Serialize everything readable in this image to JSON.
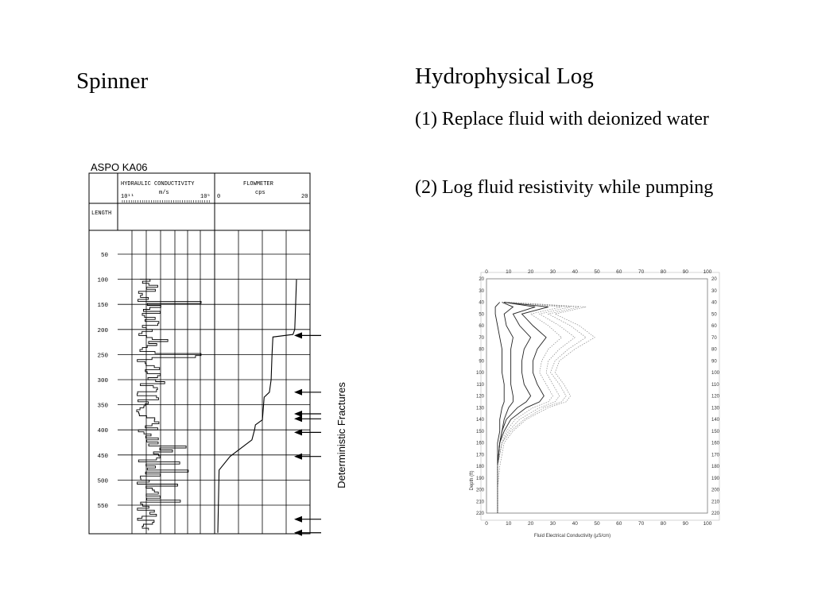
{
  "slide": {
    "title_left": "Spinner",
    "title_right": "Hydrophysical Log",
    "steps": [
      "(1) Replace fluid with deionized water",
      "(2) Log fluid resistivity while pumping"
    ]
  },
  "chart_data": [
    {
      "type": "line",
      "title": "ASPO KA06",
      "panels": [
        {
          "name": "HYDRAULIC CONDUCTIVITY",
          "unit": "m/s",
          "scale_left": "10¹¹",
          "scale_right": "10⁵"
        },
        {
          "name": "FLOWMETER",
          "unit": "cps",
          "xlim": [
            0,
            20
          ],
          "tick_left": "0",
          "tick_right": "20"
        }
      ],
      "depth_label": "LENGTH",
      "depth_ticks": [
        50,
        100,
        150,
        200,
        250,
        300,
        350,
        400,
        450,
        500,
        550
      ],
      "annotation": "Deterministic Fractures",
      "fracture_depths": [
        212,
        325,
        368,
        378,
        405,
        453,
        578,
        605
      ],
      "flowmeter": {
        "depth": [
          100,
          150,
          200,
          210,
          215,
          250,
          300,
          325,
          335,
          380,
          390,
          400,
          420,
          453,
          480,
          560,
          605
        ],
        "value": [
          18,
          17.8,
          17.6,
          17.2,
          12.6,
          12.4,
          12.2,
          11.8,
          10.6,
          10.2,
          8.6,
          8.4,
          7.8,
          2.8,
          0.3,
          0.1,
          0
        ]
      }
    },
    {
      "type": "line",
      "xlabel": "Fluid Electrical Conductivity (µS/cm)",
      "ylabel": "Depth (ft)",
      "xlim": [
        0,
        100
      ],
      "ylim": [
        20,
        220
      ],
      "x_ticks": [
        0,
        10,
        20,
        30,
        40,
        50,
        60,
        70,
        80,
        90,
        100
      ],
      "y_ticks": [
        20,
        30,
        40,
        50,
        60,
        70,
        80,
        90,
        100,
        110,
        120,
        130,
        140,
        150,
        160,
        170,
        180,
        190,
        200,
        210,
        220
      ],
      "depth": [
        40,
        44,
        50,
        60,
        70,
        80,
        90,
        100,
        110,
        120,
        125,
        130,
        140,
        150,
        160,
        180,
        200,
        220
      ],
      "series": [
        {
          "values": [
            6,
            4,
            4,
            5,
            6,
            7,
            7,
            7,
            8,
            8,
            8,
            7,
            6,
            6,
            5,
            5,
            5,
            5
          ]
        },
        {
          "values": [
            7,
            12,
            8,
            9,
            12,
            11,
            11,
            11,
            11,
            12,
            12,
            10,
            8,
            7,
            6,
            5,
            5,
            5
          ]
        },
        {
          "values": [
            8,
            22,
            12,
            15,
            20,
            17,
            16,
            16,
            17,
            20,
            18,
            14,
            9,
            7,
            6,
            5,
            5,
            5
          ]
        },
        {
          "values": [
            8,
            28,
            16,
            21,
            27,
            23,
            21,
            21,
            23,
            26,
            24,
            18,
            11,
            8,
            6,
            5,
            5,
            5
          ]
        },
        {
          "values": [
            9,
            34,
            20,
            28,
            34,
            28,
            25,
            24,
            27,
            30,
            28,
            21,
            13,
            9,
            7,
            5,
            5,
            5
          ]
        },
        {
          "values": [
            9,
            38,
            24,
            33,
            40,
            33,
            28,
            27,
            30,
            33,
            31,
            24,
            15,
            10,
            7,
            5,
            5,
            5
          ]
        },
        {
          "values": [
            10,
            42,
            28,
            38,
            45,
            37,
            31,
            29,
            33,
            36,
            34,
            26,
            17,
            11,
            7,
            5,
            5,
            5
          ]
        },
        {
          "values": [
            10,
            45,
            31,
            42,
            49,
            40,
            33,
            31,
            35,
            38,
            36,
            28,
            18,
            12,
            8,
            6,
            5,
            5
          ]
        }
      ]
    }
  ]
}
